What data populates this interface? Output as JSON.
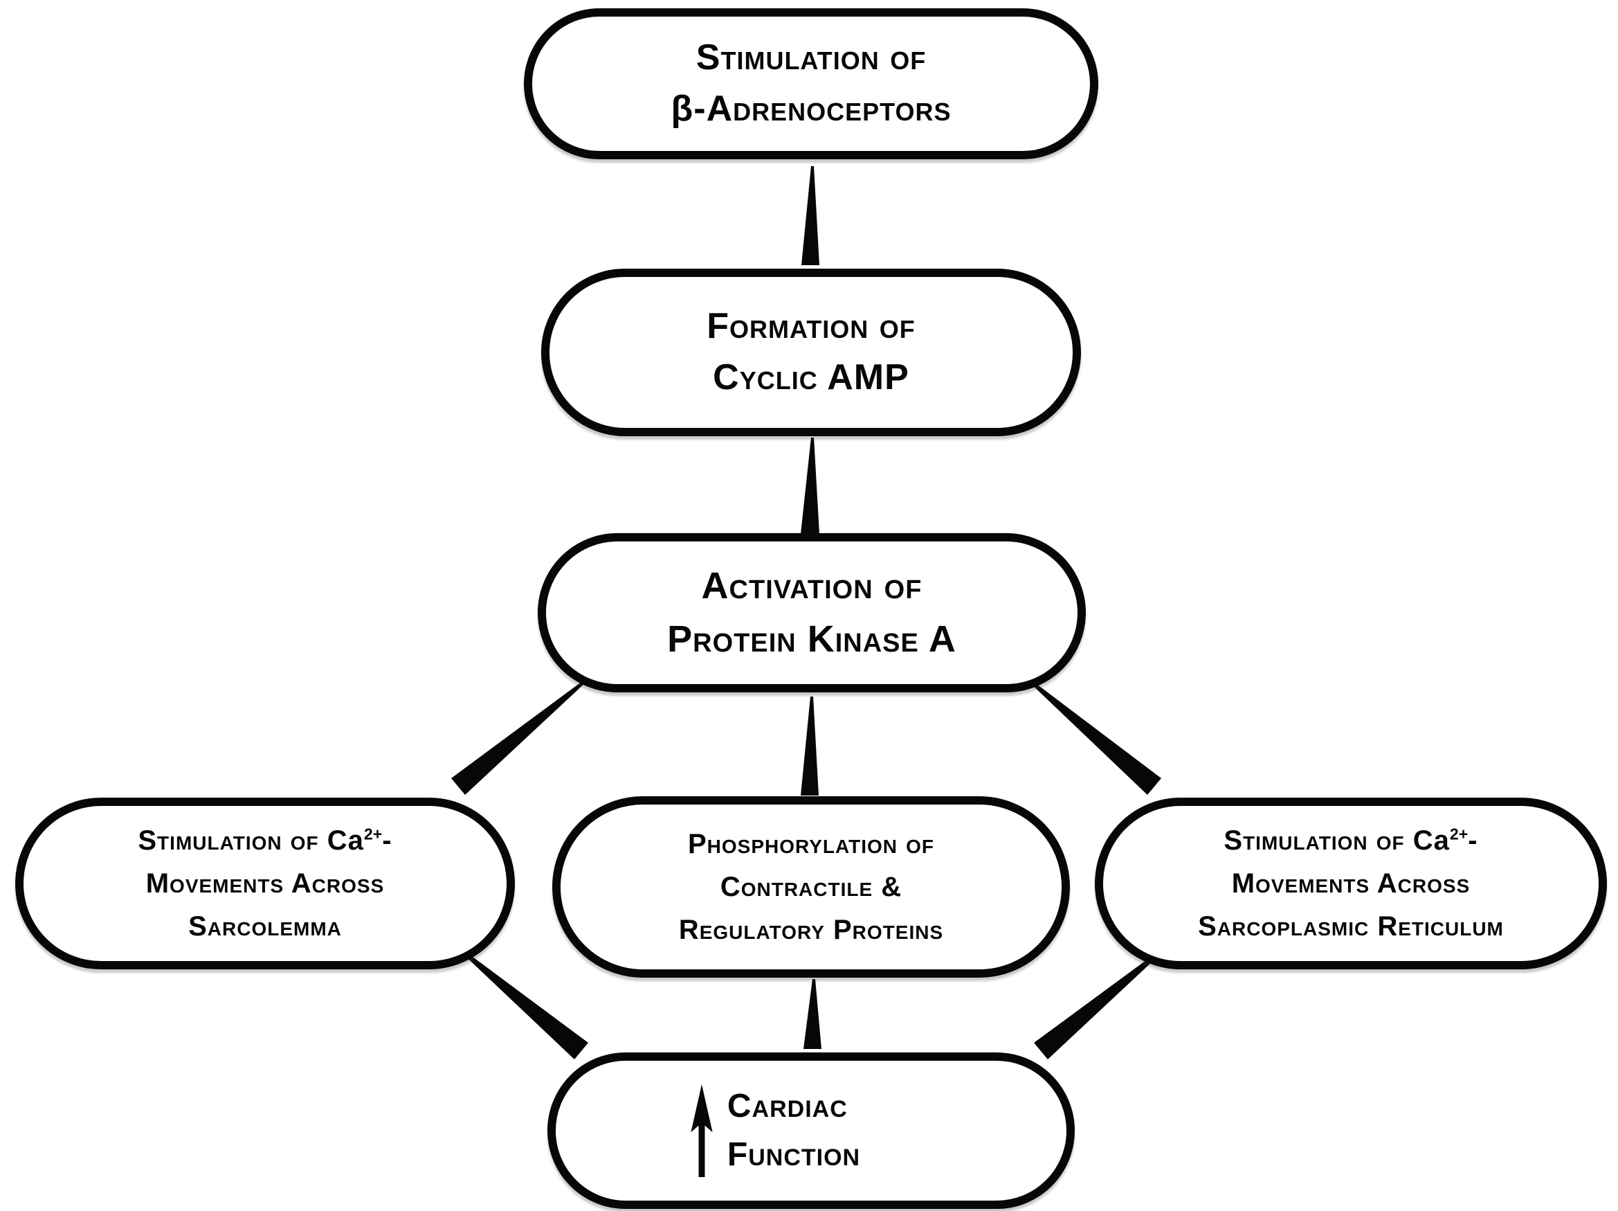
{
  "figure": {
    "ink": "#070707",
    "background": "#ffffff",
    "description": "Flowchart of beta-adrenoceptor stimulation leading to increased cardiac function"
  },
  "nodes": {
    "beta": {
      "text": "Stimulation of β-Adrenoceptors",
      "lines": [
        [
          {
            "t": "Stimulation of",
            "k": "sc"
          }
        ],
        [
          {
            "t": "β",
            "k": "plain"
          },
          {
            "t": "-Adrenoceptors",
            "k": "sc"
          }
        ]
      ]
    },
    "camp": {
      "text": "Formation of Cyclic AMP",
      "lines": [
        [
          {
            "t": "Formation of",
            "k": "sc"
          }
        ],
        [
          {
            "t": "Cyclic AMP",
            "k": "sc"
          }
        ]
      ]
    },
    "pka": {
      "text": "Activation of Protein Kinase A",
      "lines": [
        [
          {
            "t": "Activation of",
            "k": "sc"
          }
        ],
        [
          {
            "t": "Protein Kinase A",
            "k": "sc"
          }
        ]
      ]
    },
    "sl": {
      "text": "Stimulation of Ca²⁺- Movements Across Sarcolemma",
      "lines": [
        [
          {
            "t": "Stimulation of C",
            "k": "sc"
          },
          {
            "t": "a",
            "k": "plain"
          },
          {
            "t": "2+",
            "k": "sup"
          },
          {
            "t": "-",
            "k": "sc"
          }
        ],
        [
          {
            "t": "Movements Across",
            "k": "sc"
          }
        ],
        [
          {
            "t": "Sarcolemma",
            "k": "sc"
          }
        ]
      ]
    },
    "cp": {
      "text": "Phosphorylation of Contractile & Regulatory Proteins",
      "lines": [
        [
          {
            "t": "Phosphorylation of",
            "k": "sc"
          }
        ],
        [
          {
            "t": "Contractile &",
            "k": "sc"
          }
        ],
        [
          {
            "t": "Regulatory Proteins",
            "k": "sc"
          }
        ]
      ]
    },
    "sr": {
      "text": "Stimulation of Ca²⁺- Movements Across Sarcoplasmic Reticulum",
      "lines": [
        [
          {
            "t": "Stimulation of C",
            "k": "sc"
          },
          {
            "t": "a",
            "k": "plain"
          },
          {
            "t": "2+",
            "k": "sup"
          },
          {
            "t": "-",
            "k": "sc"
          }
        ],
        [
          {
            "t": "Movements Across",
            "k": "sc"
          }
        ],
        [
          {
            "t": "Sarcoplasmic Reticulum",
            "k": "sc"
          }
        ]
      ]
    },
    "cardiac": {
      "text": "↑ Cardiac Function",
      "icon": "up-arrow",
      "lines": [
        [
          {
            "t": "Cardiac",
            "k": "sc"
          }
        ],
        [
          {
            "t": "Function",
            "k": "sc"
          }
        ]
      ]
    }
  },
  "edges": [
    {
      "from": "beta",
      "to": "camp"
    },
    {
      "from": "camp",
      "to": "pka"
    },
    {
      "from": "pka",
      "to": "sl"
    },
    {
      "from": "pka",
      "to": "cp"
    },
    {
      "from": "pka",
      "to": "sr"
    },
    {
      "from": "sl",
      "to": "cardiac"
    },
    {
      "from": "cp",
      "to": "cardiac"
    },
    {
      "from": "sr",
      "to": "cardiac"
    }
  ]
}
